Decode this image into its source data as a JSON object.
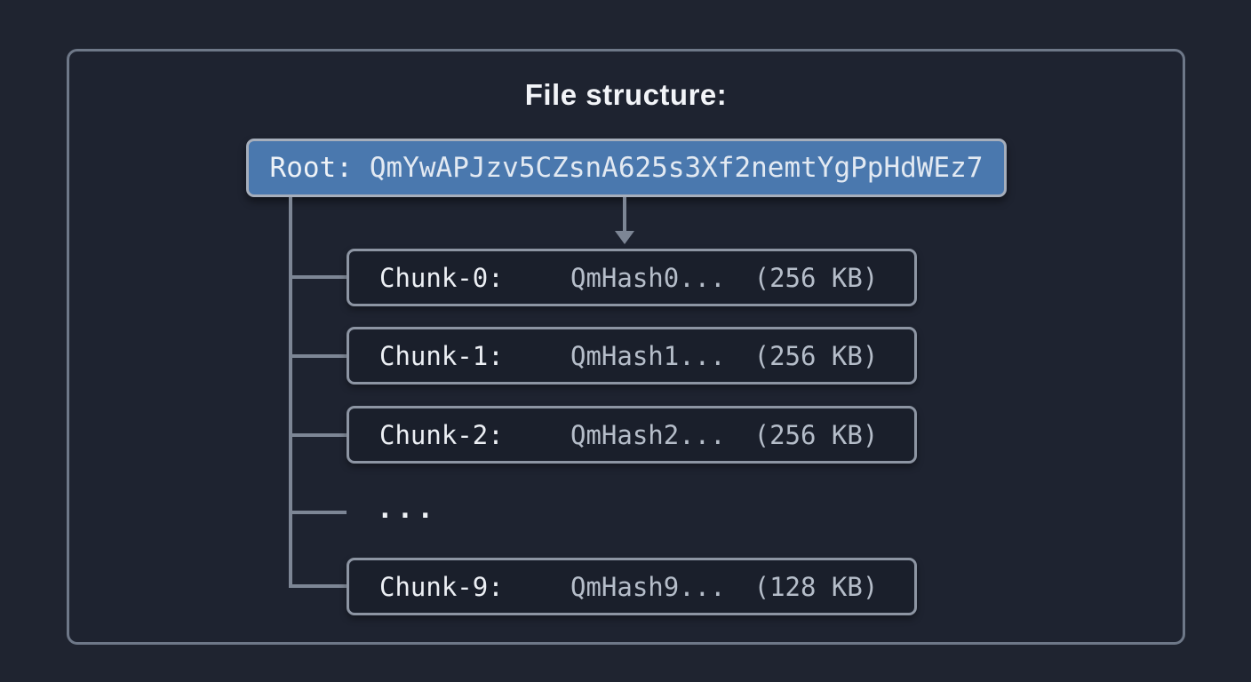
{
  "title": "File structure:",
  "root": {
    "label": "Root:",
    "hash": "QmYwAPJzv5CZsnA625s3Xf2nemtYgPpHdWEz7"
  },
  "chunks": [
    {
      "label": "Chunk-0:",
      "hash": "QmHash0...",
      "size": "(256 KB)"
    },
    {
      "label": "Chunk-1:",
      "hash": "QmHash1...",
      "size": "(256 KB)"
    },
    {
      "label": "Chunk-2:",
      "hash": "QmHash2...",
      "size": "(256 KB)"
    },
    {
      "label": "Chunk-9:",
      "hash": "QmHash9...",
      "size": "(128 KB)"
    }
  ],
  "ellipsis": "...",
  "colors": {
    "background": "#1f2430",
    "frame_border": "#6e7888",
    "root_fill": "#4a78ae",
    "root_border": "#a6aebb",
    "chunk_fill": "#1a1f2b",
    "chunk_border": "#8d95a3",
    "connector_line": "#7d8695",
    "label_text": "#eceff4",
    "hash_text": "#b5bdc9",
    "title_text": "#f2f4f8"
  }
}
